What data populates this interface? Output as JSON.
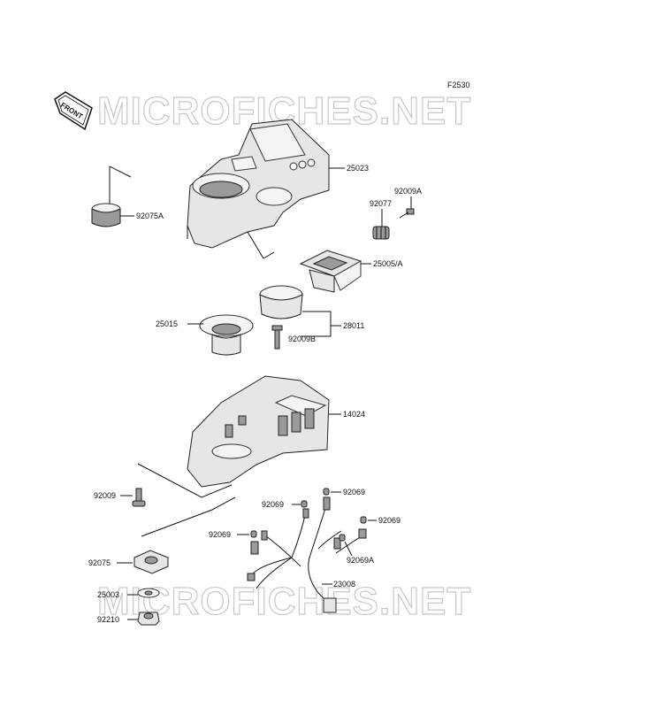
{
  "figure_code": "F2530",
  "front_label": "FRONT",
  "watermark": "MICROFICHES.NET",
  "parts": {
    "p25023": "25023",
    "p92075A": "92075A",
    "p92009A": "92009A",
    "p92077": "92077",
    "p25005A": "25005/A",
    "p28011": "28011",
    "p25015": "25015",
    "p92009B": "92009B",
    "p14024": "14024",
    "p92009": "92009",
    "p92069_a": "92069",
    "p92069_b": "92069",
    "p92069_c": "92069",
    "p92069_d": "92069",
    "p92069A": "92069A",
    "p92075": "92075",
    "p25003": "25003",
    "p23008": "23008",
    "p92210": "92210"
  }
}
